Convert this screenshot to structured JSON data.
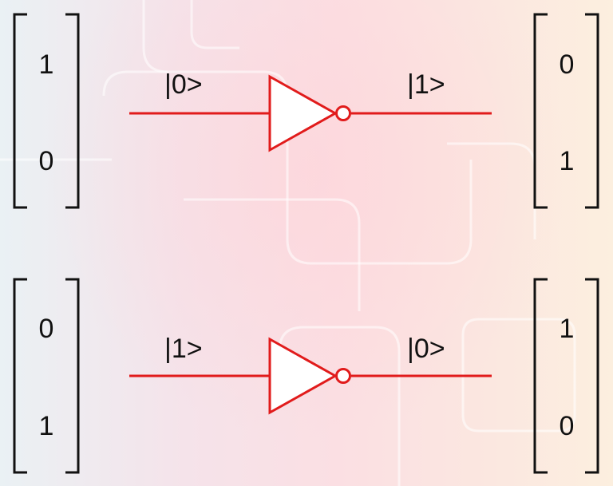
{
  "colors": {
    "wire": "#e11b1b",
    "gate_fill": "#ffffff",
    "text": "#111111",
    "background_left": "#eaf1f4",
    "background_center": "#fbdfe3",
    "background_right": "#fcefdf"
  },
  "gates": [
    {
      "input_vector": [
        "1",
        "0"
      ],
      "input_label": "|0>",
      "gate_symbol": "not-gate-icon",
      "output_label": "|1>",
      "output_vector": [
        "0",
        "1"
      ]
    },
    {
      "input_vector": [
        "0",
        "1"
      ],
      "input_label": "|1>",
      "gate_symbol": "not-gate-icon",
      "output_label": "|0>",
      "output_vector": [
        "1",
        "0"
      ]
    }
  ]
}
